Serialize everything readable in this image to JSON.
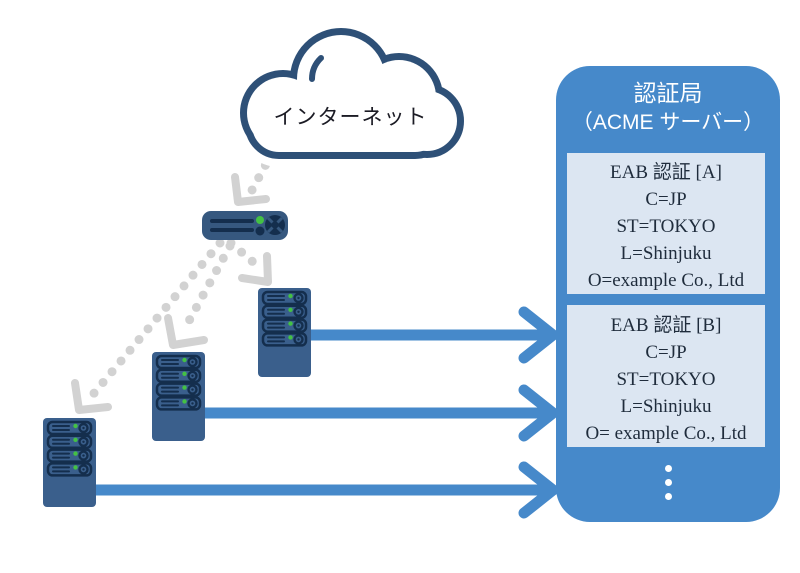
{
  "cloud": {
    "label": "インターネット"
  },
  "panel": {
    "title_line1": "認証局",
    "title_line2": "（ACME サーバー）",
    "boxes": [
      {
        "lines": [
          "EAB 認証 [A]",
          "C=JP",
          "ST=TOKYO",
          "L=Shinjuku",
          "O=example Co., Ltd"
        ]
      },
      {
        "lines": [
          "EAB 認証 [B]",
          "C=JP",
          "ST=TOKYO",
          "L=Shinjuku",
          "O= example Co., Ltd"
        ]
      }
    ],
    "more_indicator": "vertical-ellipsis"
  },
  "icons": {
    "cloud": "cloud-icon",
    "router": "router-icon",
    "server": "server-icon",
    "dotted_arrow": "dotted-arrow-icon",
    "solid_arrow": "solid-arrow-icon"
  },
  "colors": {
    "panel_blue": "#4689ca",
    "arrow_blue": "#4689ca",
    "server_blue": "#3a5f8c",
    "router_blue": "#36587f",
    "detail_navy": "#142e4d",
    "cloud_outline": "#2e5077",
    "box_background": "#dce6f2",
    "box_text": "#1f2c3c",
    "dotted_gray": "#d2d2d2",
    "led_green": "#44c144"
  }
}
